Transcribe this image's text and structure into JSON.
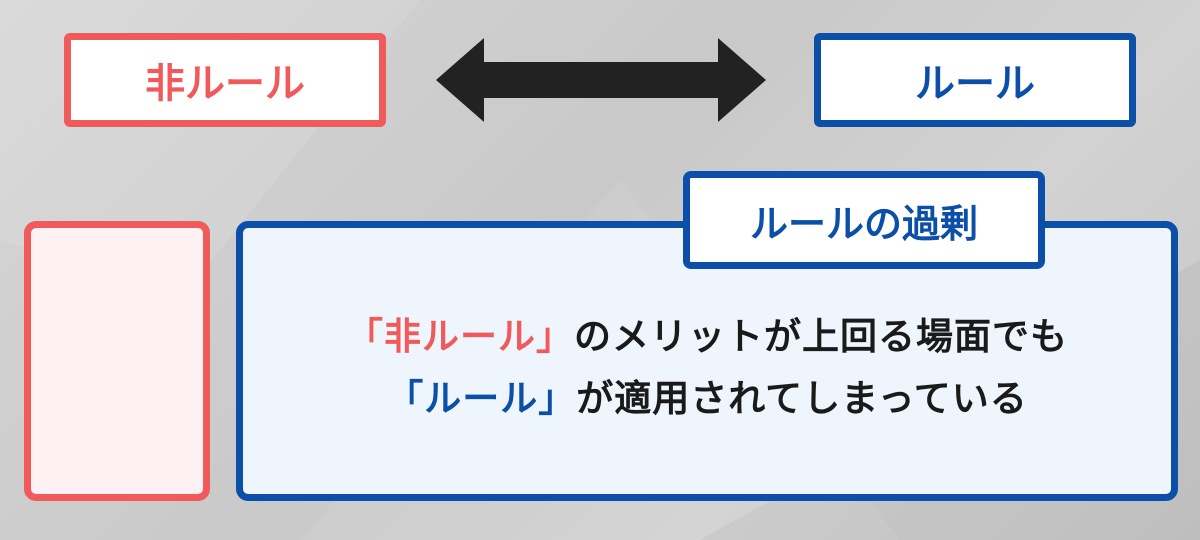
{
  "diagram": {
    "left_label": "非ルール",
    "right_label": "ルール",
    "tag_label": "ルールの過剰",
    "message": {
      "line1_quote": "「非ルール」",
      "line1_rest": "のメリットが上回る場面でも",
      "line2_quote": "「ルール」",
      "line2_rest": "が適用されてしまっている"
    }
  },
  "colors": {
    "red": "#f05a5a",
    "blue": "#0b4fa8",
    "arrow": "#222222"
  }
}
